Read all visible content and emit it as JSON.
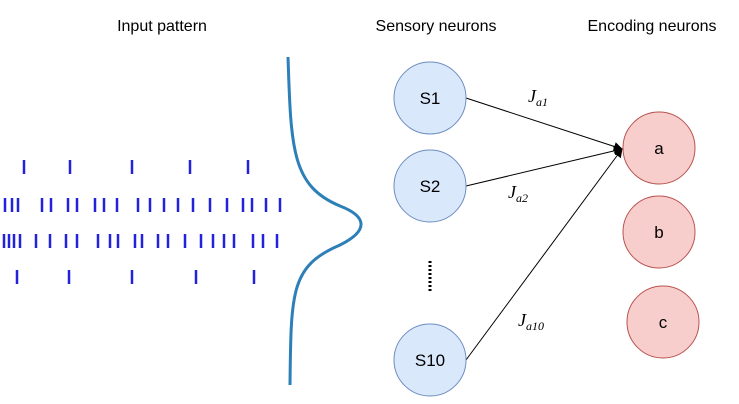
{
  "headings": {
    "input_pattern": "Input pattern",
    "sensory_neurons": "Sensory neurons",
    "encoding_neurons": "Encoding neurons"
  },
  "sensory": [
    {
      "id": "s1",
      "label": "S1"
    },
    {
      "id": "s2",
      "label": "S2"
    },
    {
      "id": "s10",
      "label": "S10"
    }
  ],
  "encoding": [
    {
      "id": "a",
      "label": "a"
    },
    {
      "id": "b",
      "label": "b"
    },
    {
      "id": "c",
      "label": "c"
    }
  ],
  "weights": [
    {
      "from": "s1",
      "to": "a",
      "base": "J",
      "sub": "a1"
    },
    {
      "from": "s2",
      "to": "a",
      "base": "J",
      "sub": "a2"
    },
    {
      "from": "s10",
      "to": "a",
      "base": "J",
      "sub": "a10"
    }
  ],
  "colors": {
    "spike": "#2222dd",
    "tuning_curve": "#2d7fb8",
    "sensory_fill": "#dae8fc",
    "sensory_stroke": "#6c8ebf",
    "encoding_fill": "#f8cecc",
    "encoding_stroke": "#b85450",
    "connection": "#000000"
  }
}
